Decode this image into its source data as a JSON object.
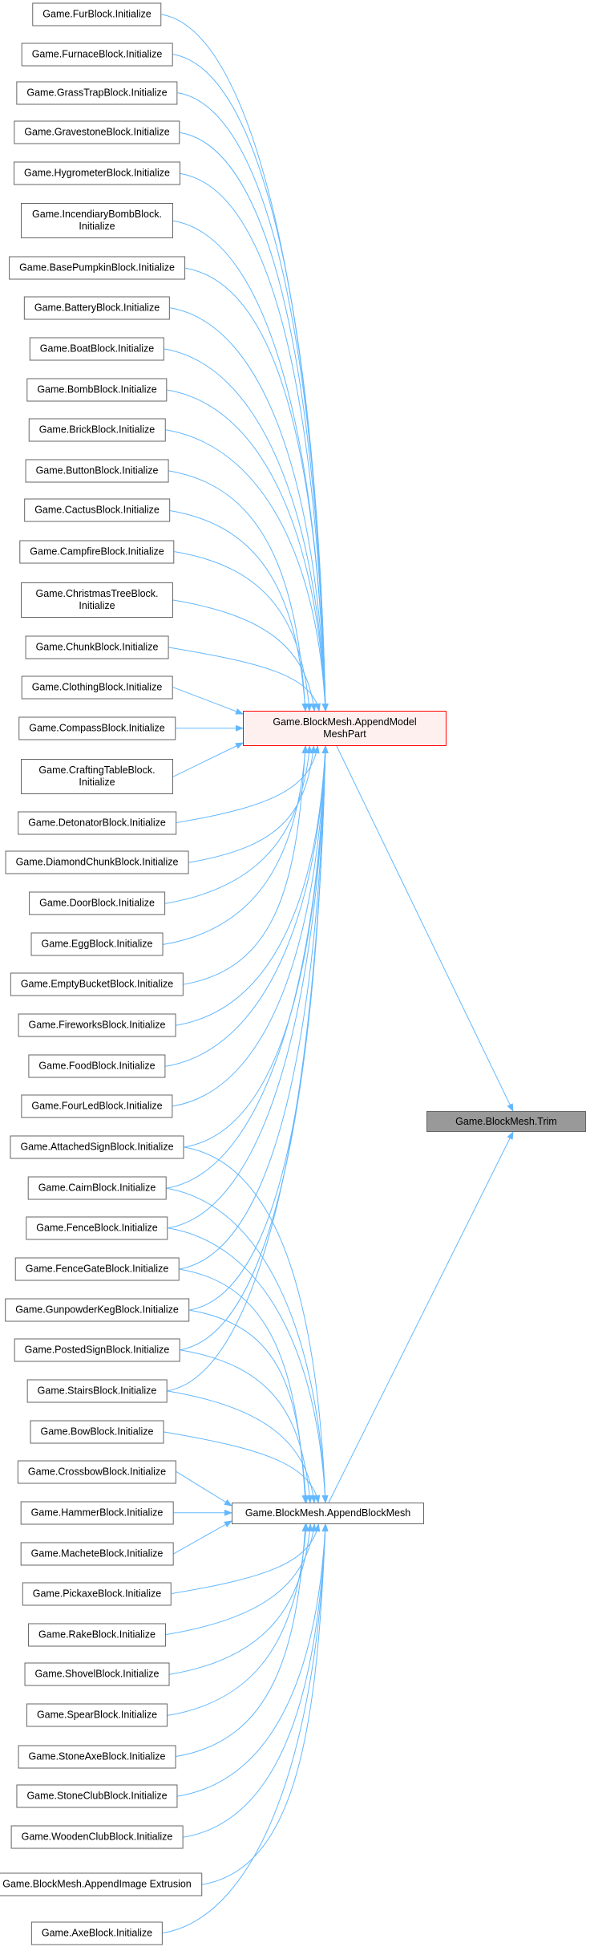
{
  "graph": {
    "current": "Game.BlockMesh.Trim",
    "intermediates": {
      "model_mesh_part": "Game.BlockMesh.AppendModel MeshPart",
      "block_mesh": "Game.BlockMesh.AppendBlockMesh"
    },
    "callers": [
      {
        "label": "Game.FurBlock.Initialize",
        "to": [
          "mmp"
        ]
      },
      {
        "label": "Game.FurnaceBlock.Initialize",
        "to": [
          "mmp"
        ]
      },
      {
        "label": "Game.GrassTrapBlock.Initialize",
        "to": [
          "mmp"
        ]
      },
      {
        "label": "Game.GravestoneBlock.Initialize",
        "to": [
          "mmp"
        ]
      },
      {
        "label": "Game.HygrometerBlock.Initialize",
        "to": [
          "mmp"
        ]
      },
      {
        "label": "Game.IncendiaryBombBlock. Initialize",
        "to": [
          "mmp"
        ]
      },
      {
        "label": "Game.BasePumpkinBlock.Initialize",
        "to": [
          "mmp"
        ]
      },
      {
        "label": "Game.BatteryBlock.Initialize",
        "to": [
          "mmp"
        ]
      },
      {
        "label": "Game.BoatBlock.Initialize",
        "to": [
          "mmp"
        ]
      },
      {
        "label": "Game.BombBlock.Initialize",
        "to": [
          "mmp"
        ]
      },
      {
        "label": "Game.BrickBlock.Initialize",
        "to": [
          "mmp"
        ]
      },
      {
        "label": "Game.ButtonBlock.Initialize",
        "to": [
          "mmp"
        ]
      },
      {
        "label": "Game.CactusBlock.Initialize",
        "to": [
          "mmp"
        ]
      },
      {
        "label": "Game.CampfireBlock.Initialize",
        "to": [
          "mmp"
        ]
      },
      {
        "label": "Game.ChristmasTreeBlock. Initialize",
        "to": [
          "mmp"
        ]
      },
      {
        "label": "Game.ChunkBlock.Initialize",
        "to": [
          "mmp"
        ]
      },
      {
        "label": "Game.ClothingBlock.Initialize",
        "to": [
          "mmp"
        ]
      },
      {
        "label": "Game.CompassBlock.Initialize",
        "to": [
          "mmp"
        ]
      },
      {
        "label": "Game.CraftingTableBlock. Initialize",
        "to": [
          "mmp"
        ]
      },
      {
        "label": "Game.DetonatorBlock.Initialize",
        "to": [
          "mmp"
        ]
      },
      {
        "label": "Game.DiamondChunkBlock.Initialize",
        "to": [
          "mmp"
        ]
      },
      {
        "label": "Game.DoorBlock.Initialize",
        "to": [
          "mmp"
        ]
      },
      {
        "label": "Game.EggBlock.Initialize",
        "to": [
          "mmp"
        ]
      },
      {
        "label": "Game.EmptyBucketBlock.Initialize",
        "to": [
          "mmp"
        ]
      },
      {
        "label": "Game.FireworksBlock.Initialize",
        "to": [
          "mmp"
        ]
      },
      {
        "label": "Game.FoodBlock.Initialize",
        "to": [
          "mmp"
        ]
      },
      {
        "label": "Game.FourLedBlock.Initialize",
        "to": [
          "mmp"
        ]
      },
      {
        "label": "Game.AttachedSignBlock.Initialize",
        "to": [
          "mmp",
          "abm"
        ]
      },
      {
        "label": "Game.CairnBlock.Initialize",
        "to": [
          "mmp",
          "abm"
        ]
      },
      {
        "label": "Game.FenceBlock.Initialize",
        "to": [
          "mmp",
          "abm"
        ]
      },
      {
        "label": "Game.FenceGateBlock.Initialize",
        "to": [
          "mmp",
          "abm"
        ]
      },
      {
        "label": "Game.GunpowderKegBlock.Initialize",
        "to": [
          "mmp",
          "abm"
        ]
      },
      {
        "label": "Game.PostedSignBlock.Initialize",
        "to": [
          "mmp",
          "abm"
        ]
      },
      {
        "label": "Game.StairsBlock.Initialize",
        "to": [
          "mmp",
          "abm"
        ]
      },
      {
        "label": "Game.BowBlock.Initialize",
        "to": [
          "abm"
        ]
      },
      {
        "label": "Game.CrossbowBlock.Initialize",
        "to": [
          "abm"
        ]
      },
      {
        "label": "Game.HammerBlock.Initialize",
        "to": [
          "abm"
        ]
      },
      {
        "label": "Game.MacheteBlock.Initialize",
        "to": [
          "abm"
        ]
      },
      {
        "label": "Game.PickaxeBlock.Initialize",
        "to": [
          "abm"
        ]
      },
      {
        "label": "Game.RakeBlock.Initialize",
        "to": [
          "abm"
        ]
      },
      {
        "label": "Game.ShovelBlock.Initialize",
        "to": [
          "abm"
        ]
      },
      {
        "label": "Game.SpearBlock.Initialize",
        "to": [
          "abm"
        ]
      },
      {
        "label": "Game.StoneAxeBlock.Initialize",
        "to": [
          "abm"
        ]
      },
      {
        "label": "Game.StoneClubBlock.Initialize",
        "to": [
          "abm"
        ]
      },
      {
        "label": "Game.WoodenClubBlock.Initialize",
        "to": [
          "abm"
        ]
      },
      {
        "label": "Game.BlockMesh.AppendImage Extrusion",
        "to": [
          "abm"
        ]
      },
      {
        "label": "Game.AxeBlock.Initialize",
        "to": [
          "abm"
        ]
      }
    ],
    "colors": {
      "edge": "#63b8ff",
      "highlight_border": "#ff0000",
      "highlight_fill": "#fff0f0",
      "current_fill": "#999999"
    }
  }
}
